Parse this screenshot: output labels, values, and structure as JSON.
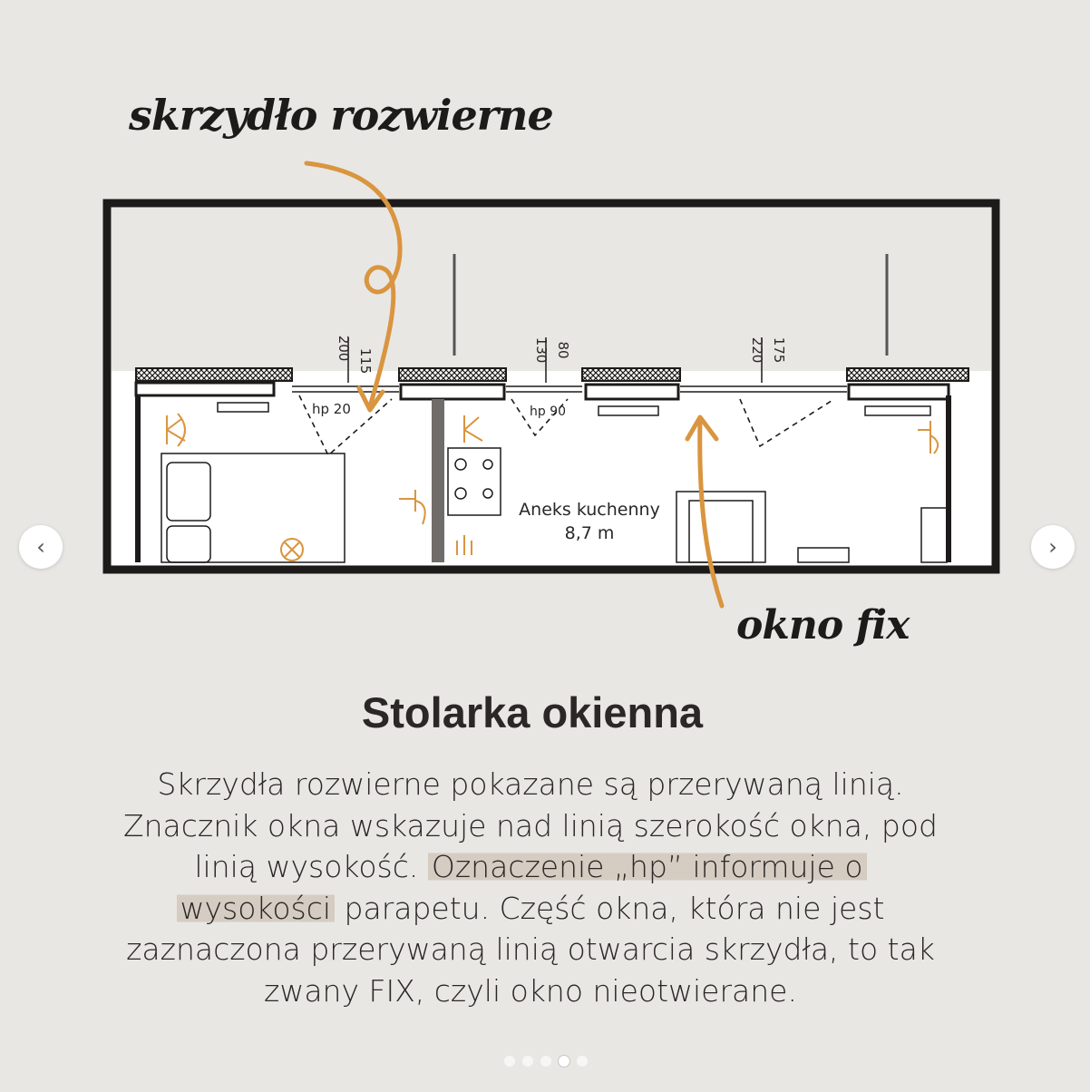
{
  "annotations": {
    "sash_label": "skrzydło rozwierne",
    "fix_label": "okno fix"
  },
  "plan": {
    "room_name": "Aneks kuchenny",
    "room_area": "8,7 m",
    "windows": [
      {
        "width": "115",
        "height": "200",
        "sill": "hp 20"
      },
      {
        "width": "80",
        "height": "130",
        "sill": "hp 90"
      },
      {
        "width": "175",
        "height": "220",
        "sill": ""
      }
    ]
  },
  "colors": {
    "background": "#e9e7e4",
    "accent": "#d9953f",
    "ink": "#1d1b1a"
  },
  "text": {
    "heading": "Stolarka okienna",
    "body_1": "Skrzydła rozwierne pokazane są przerywaną linią.",
    "body_2": "Znacznik okna wskazuje nad linią szerokość okna, pod",
    "body_3a": "linią wysokość. ",
    "body_3b": "Oznaczenie „hp” informuje o",
    "body_4a": "wysokości",
    "body_4b": " parapetu. Część okna, która nie jest",
    "body_5": "zaznaczona przerywaną linią otwarcia skrzydła, to tak",
    "body_6": "zwany FIX, czyli okno nieotwierane."
  },
  "carousel": {
    "prev_icon": "‹",
    "next_icon": "›",
    "dot_count": 5,
    "active_index": 3
  }
}
